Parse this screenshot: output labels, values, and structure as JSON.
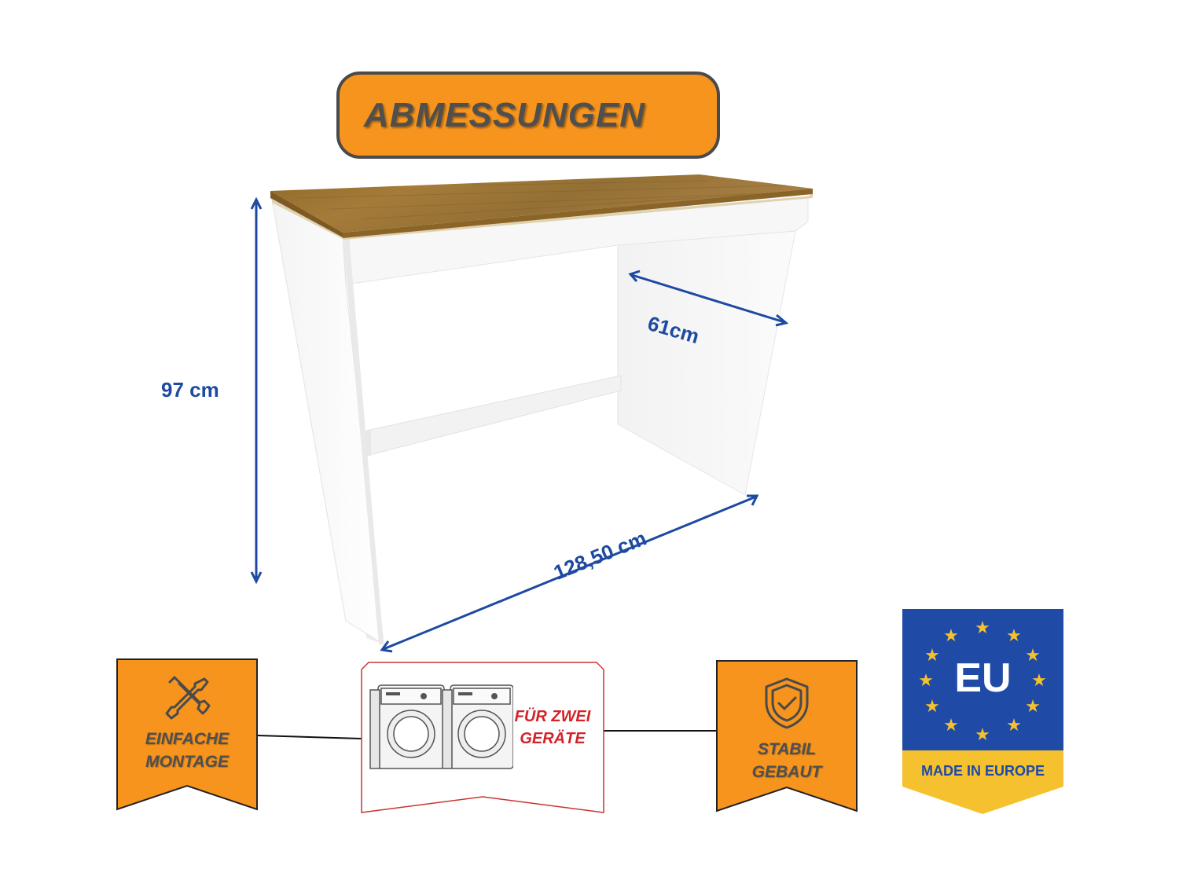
{
  "title": "ABMESSUNGEN",
  "dimensions": {
    "height": "97 cm",
    "depth": "61cm",
    "width": "128,50 cm"
  },
  "features": {
    "assembly": {
      "line1": "EINFACHE",
      "line2": "MONTAGE",
      "icon": "tools-icon"
    },
    "appliances": {
      "line1": "FÜR ZWEI",
      "line2": "GERÄTE",
      "icon": "washing-machine-icon"
    },
    "sturdy": {
      "line1": "STABIL",
      "line2": "GEBAUT",
      "icon": "shield-check-icon"
    }
  },
  "eu_badge": {
    "label": "EU",
    "caption": "MADE IN EUROPE",
    "icon": "eu-stars-icon"
  },
  "colors": {
    "accent_orange": "#f7941d",
    "dimension_blue": "#1d4aa0",
    "eu_blue": "#1f4aa6",
    "eu_gold": "#f5c12e",
    "red_text": "#d2232a",
    "wood": "#9c7433"
  }
}
